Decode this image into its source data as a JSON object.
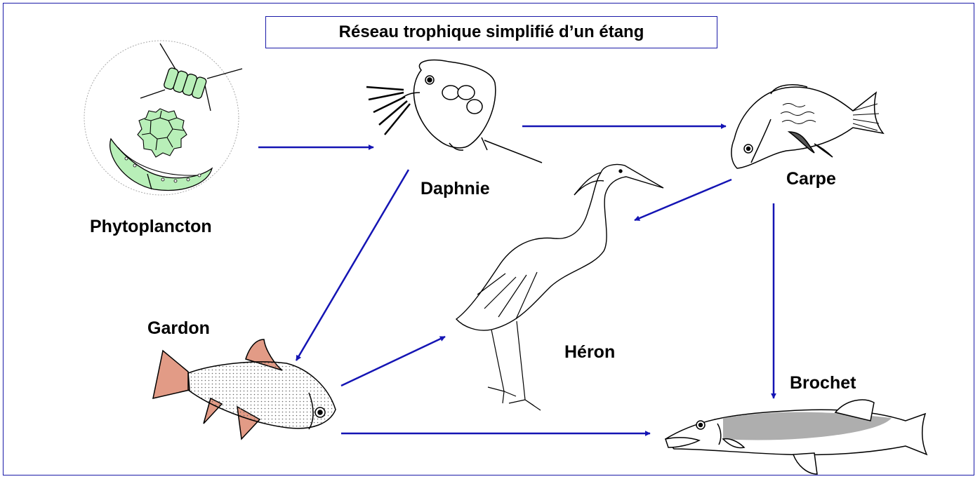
{
  "diagram": {
    "title": "Réseau trophique simplifié d’un étang",
    "nodes": [
      {
        "id": "phytoplancton",
        "label": "Phytoplancton",
        "icon": "phytoplankton-icon"
      },
      {
        "id": "daphnie",
        "label": "Daphnie",
        "icon": "daphnia-icon"
      },
      {
        "id": "carpe",
        "label": "Carpe",
        "icon": "carp-icon"
      },
      {
        "id": "gardon",
        "label": "Gardon",
        "icon": "roach-fish-icon"
      },
      {
        "id": "heron",
        "label": "Héron",
        "icon": "heron-icon"
      },
      {
        "id": "brochet",
        "label": "Brochet",
        "icon": "pike-icon"
      }
    ],
    "edges": [
      {
        "from": "phytoplancton",
        "to": "daphnie"
      },
      {
        "from": "daphnie",
        "to": "carpe"
      },
      {
        "from": "daphnie",
        "to": "gardon"
      },
      {
        "from": "carpe",
        "to": "heron"
      },
      {
        "from": "carpe",
        "to": "brochet"
      },
      {
        "from": "gardon",
        "to": "heron"
      },
      {
        "from": "gardon",
        "to": "brochet"
      }
    ],
    "colors": {
      "arrow": "#1414b4",
      "frame": "#1a1aa8",
      "algae_fill": "#b8efb8",
      "fin_fill": "#e29b86",
      "pike_mark": "#9a9a9a"
    }
  }
}
